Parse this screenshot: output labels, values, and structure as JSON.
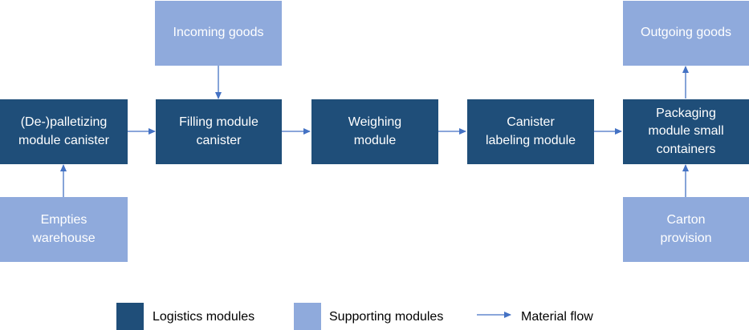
{
  "diagram": {
    "logistics_modules": {
      "depalletizing": "(De-)palletizing\nmodule canister",
      "filling": "Filling module\ncanister",
      "weighing": "Weighing\nmodule",
      "labeling": "Canister\nlabeling module",
      "packaging": "Packaging\nmodule small\ncontainers"
    },
    "supporting_modules": {
      "incoming": "Incoming goods",
      "outgoing": "Outgoing goods",
      "empties": "Empties\nwarehouse",
      "carton": "Carton\nprovision"
    }
  },
  "legend": {
    "logistics": "Logistics modules",
    "supporting": "Supporting modules",
    "flow": "Material flow"
  },
  "colors": {
    "logistics": "#1f4e79",
    "supporting": "#8faadc",
    "arrow": "#4472c4"
  }
}
